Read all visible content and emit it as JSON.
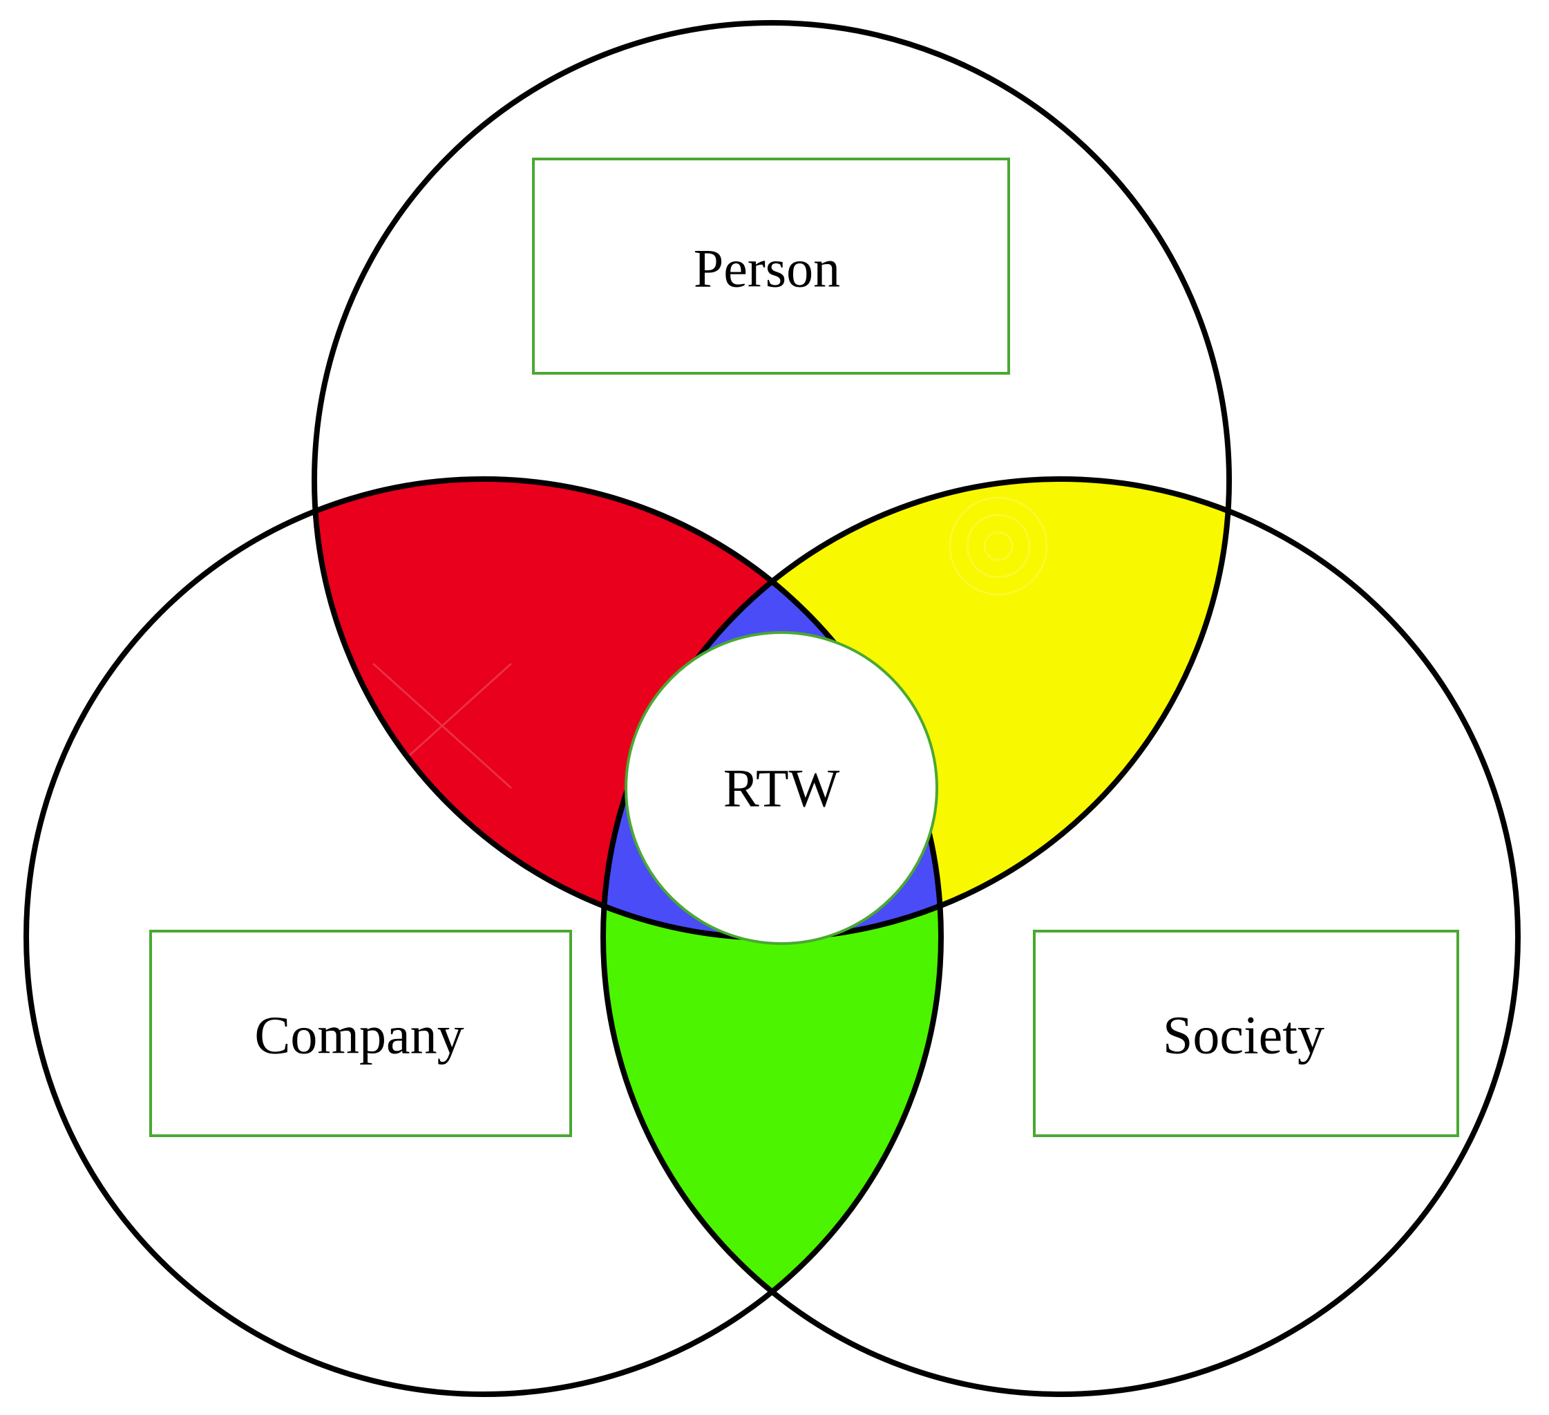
{
  "labels": {
    "person": "Person",
    "company": "Company",
    "society": "Society",
    "center": "RTW"
  },
  "colors": {
    "outline": "#000000",
    "box_border": "#4aa832",
    "person_company_overlap": "#e8001c",
    "person_society_overlap": "#f8f800",
    "company_society_overlap": "#4cf400",
    "triple_overlap": "#4a4cf8",
    "center_circle_border": "#4aa832"
  }
}
